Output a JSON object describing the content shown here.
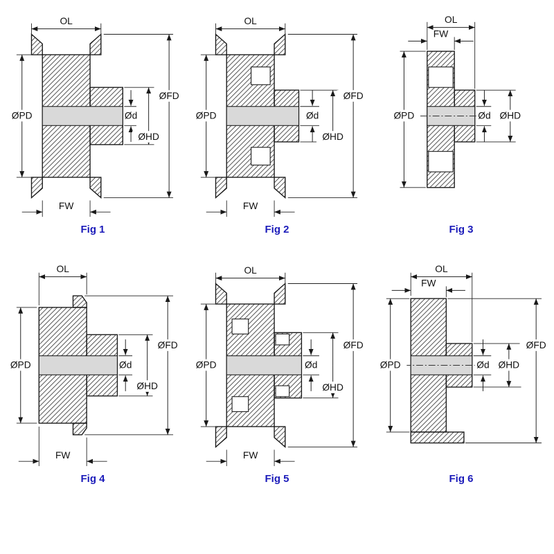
{
  "colors": {
    "caption": "#1c1cba",
    "line": "#1a1a1a",
    "bore_fill": "#d9d9d9",
    "background": "#ffffff"
  },
  "figures": [
    {
      "caption": "Fig 1",
      "dims": {
        "ol": "OL",
        "fw": "FW",
        "pd": "ØPD",
        "fd": "ØFD",
        "hd": "ØHD",
        "d": "Ød"
      }
    },
    {
      "caption": "Fig 2",
      "dims": {
        "ol": "OL",
        "fw": "FW",
        "pd": "ØPD",
        "fd": "ØFD",
        "hd": "ØHD",
        "d": "Ød"
      }
    },
    {
      "caption": "Fig 3",
      "dims": {
        "ol": "OL",
        "fw": "FW",
        "pd": "ØPD",
        "hd": "ØHD",
        "d": "Ød"
      }
    },
    {
      "caption": "Fig 4",
      "dims": {
        "ol": "OL",
        "fw": "FW",
        "pd": "ØPD",
        "fd": "ØFD",
        "hd": "ØHD",
        "d": "Ød"
      }
    },
    {
      "caption": "Fig 5",
      "dims": {
        "ol": "OL",
        "fw": "FW",
        "pd": "ØPD",
        "fd": "ØFD",
        "hd": "ØHD",
        "d": "Ød"
      }
    },
    {
      "caption": "Fig 6",
      "dims": {
        "ol": "OL",
        "fw": "FW",
        "pd": "ØPD",
        "fd": "ØFD",
        "hd": "ØHD",
        "d": "Ød"
      }
    }
  ]
}
